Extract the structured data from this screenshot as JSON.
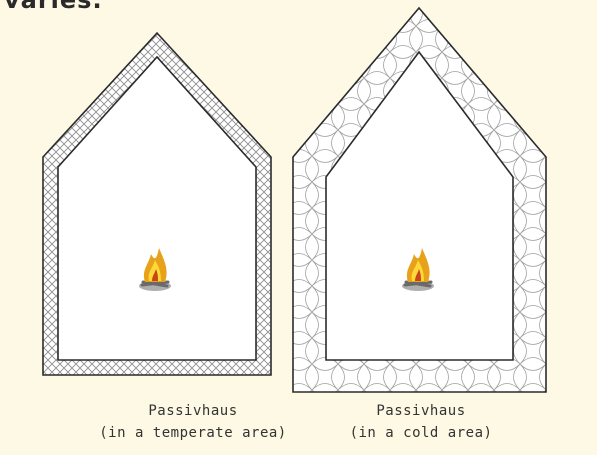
{
  "intro": {
    "text": "varies."
  },
  "houses": [
    {
      "caption_line1": "Passivhaus",
      "caption_line2": "(in a temperate area)",
      "insulation": "thin"
    },
    {
      "caption_line1": "Passivhaus",
      "caption_line2": "(in a cold area)",
      "insulation": "thick"
    }
  ],
  "colors": {
    "background": "#fdf9e4",
    "outline": "#2b2b2b",
    "insulation_pattern": "#8a8a8a",
    "flame_outer": "#e8a21a",
    "flame_inner": "#ffd93a",
    "flame_core": "#c8451a",
    "logs": "#8a8a8a"
  },
  "icons": {
    "fire": "campfire-icon"
  }
}
